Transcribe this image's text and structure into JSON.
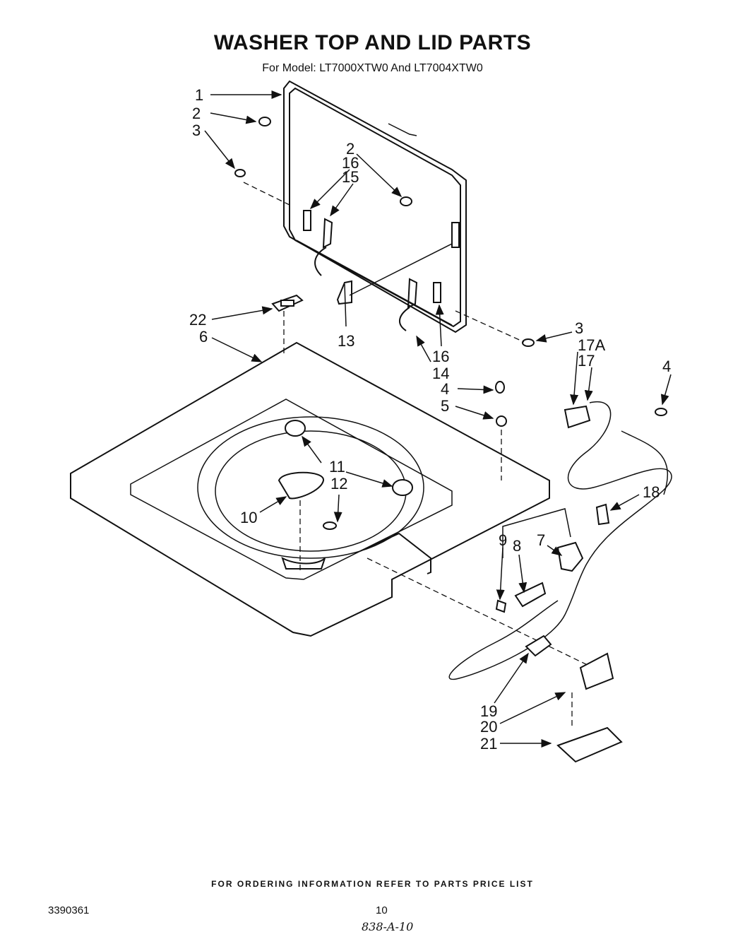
{
  "header": {
    "title": "WASHER TOP AND LID PARTS",
    "subtitle": "For Model: LT7000XTW0 And LT7004XTW0"
  },
  "footer": {
    "note": "FOR ORDERING INFORMATION REFER TO PARTS PRICE LIST",
    "doc_number": "3390361",
    "page_number": "10",
    "handwritten": "838-A-10"
  },
  "callouts": {
    "c1": "1",
    "c2a": "2",
    "c3a": "3",
    "c2b": "2",
    "c16a": "16",
    "c15": "15",
    "c22": "22",
    "c6": "6",
    "c13": "13",
    "c16b": "16",
    "c14": "14",
    "c3b": "3",
    "c17a": "17A",
    "c17": "17",
    "c4a": "4",
    "c4b": "4",
    "c5": "5",
    "c11": "11",
    "c12": "12",
    "c10": "10",
    "c18": "18",
    "c9": "9",
    "c8": "8",
    "c7": "7",
    "c19": "19",
    "c20": "20",
    "c21": "21"
  }
}
